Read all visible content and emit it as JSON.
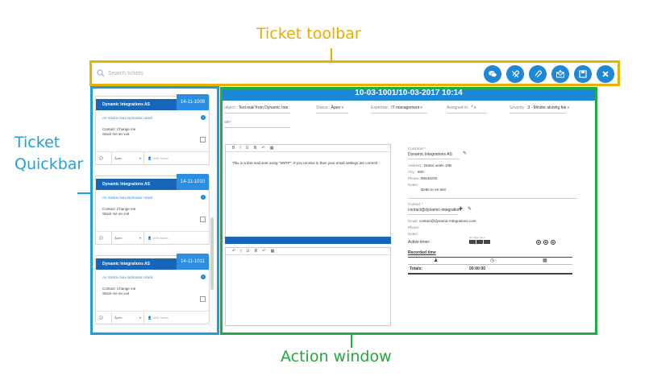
{
  "annotations": {
    "toolbar": "Ticket toolbar",
    "quickbar": [
      "Ticket",
      "Quickbar"
    ],
    "action": "Action window"
  },
  "colors": {
    "toolbar": "#e8b100",
    "quickbar": "#1e9fdd",
    "action": "#1fae46",
    "accent": "#1e88d6"
  },
  "toolbar": {
    "search_placeholder": "Search tickets",
    "buttons": [
      "chat-icon",
      "attach-icon",
      "attach-alt-icon",
      "mail-icon",
      "save-icon",
      "close-icon"
    ]
  },
  "tickets": [
    {
      "company": "Dynamic Integrations AS",
      "date": "14-11-1009",
      "subject": "An mistra man replication stack",
      "body": [
        "Contact: Change me",
        "Stack me an voit"
      ],
      "status": "Åpen",
      "owner": "Velle tauen"
    },
    {
      "company": "Dynamic Integrations AS",
      "date": "14-11-1010",
      "subject": "An mistra man replication stack",
      "body": [
        "Contact: Change me",
        "Stack me an voit"
      ],
      "status": "Åpen",
      "owner": "Velle tauen"
    },
    {
      "company": "Dynamic Integrations AS",
      "date": "14-11-1011",
      "subject": "An mistra man replication stack",
      "body": [
        "Contact: Change me",
        "Stack me an voit"
      ],
      "status": "Åpen",
      "owner": "Velle tauen"
    }
  ],
  "action": {
    "header": "10-03-1001/10-03-2017 10:14",
    "subject_label": "ubject:",
    "subject_value": "Test mail from Dynamic Inte",
    "status_label": "Status:",
    "status_value": "Åpen",
    "expertise_label": "Expertise:",
    "expertise_value": "IT management",
    "assigned_label": "Assigned to:",
    "assigned_value": "*",
    "severity_label": "Severity:",
    "severity_value": "3 - Mindre alvorlig fek",
    "extra_label": "aim",
    "editor_toolbar": [
      "B",
      "I",
      "U",
      "≣",
      "↶",
      "▦"
    ],
    "editor_text": "This is a test mail sent using \"SMTP\". If you receive it, then your email settings are correct!",
    "editor2_toolbar": [
      "↶",
      "I",
      "U",
      "≣",
      "↶",
      "▦"
    ],
    "customer": {
      "label": "Customer *",
      "name": "Dynamic Integrations AS",
      "address_label": "Address:",
      "address": "Damic seien 10B",
      "city_label": "City:",
      "city": "800",
      "phone_label": "Phone:",
      "phone": "90044225",
      "notes_label": "Notes:",
      "notes": "Dette er en test"
    },
    "contact": {
      "label": "Contact *",
      "value": "contact@dynamic-integration",
      "email_label": "Email:",
      "email": "contact@dynamic-integrations.com",
      "phone_label": "Phone:",
      "notes_label": "Notes:"
    },
    "active_timer_label": "Active timer:",
    "timer_units": "Hrs Mins Secs",
    "recorded_time_label": "Recorded time",
    "totals_label": "Totals:",
    "totals_value": "00:00:00"
  }
}
